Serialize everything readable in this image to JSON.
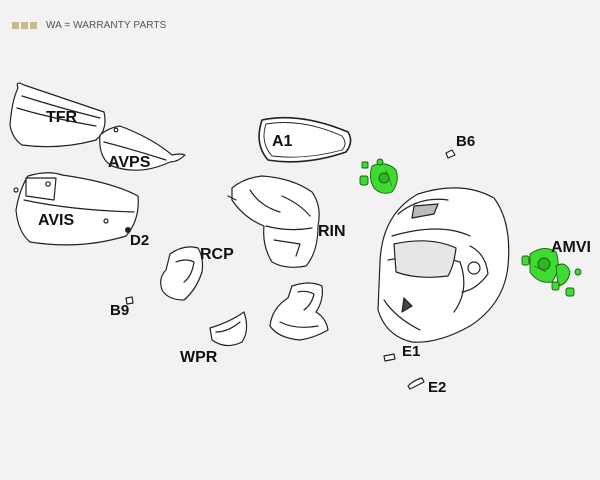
{
  "legend": {
    "text": "WA = WARRANTY PARTS",
    "swatch_color": "#c7b890"
  },
  "highlight_color": "#3ddc2f",
  "parts": [
    {
      "id": "TFR",
      "label": "TFR",
      "warranty": false
    },
    {
      "id": "AVPS",
      "label": "AVPS",
      "warranty": false
    },
    {
      "id": "AVIS",
      "label": "AVIS",
      "warranty": false
    },
    {
      "id": "D2",
      "label": "D2",
      "warranty": false
    },
    {
      "id": "A1",
      "label": "A1",
      "warranty": false
    },
    {
      "id": "B6",
      "label": "B6",
      "warranty": false
    },
    {
      "id": "RIN",
      "label": "RIN",
      "warranty": false
    },
    {
      "id": "RCP",
      "label": "RCP",
      "warranty": false
    },
    {
      "id": "B9",
      "label": "B9",
      "warranty": false
    },
    {
      "id": "WPR",
      "label": "WPR",
      "warranty": false
    },
    {
      "id": "AMVI",
      "label": "AMVI",
      "warranty": true
    },
    {
      "id": "E1",
      "label": "E1",
      "warranty": false
    },
    {
      "id": "E2",
      "label": "E2",
      "warranty": false
    }
  ]
}
